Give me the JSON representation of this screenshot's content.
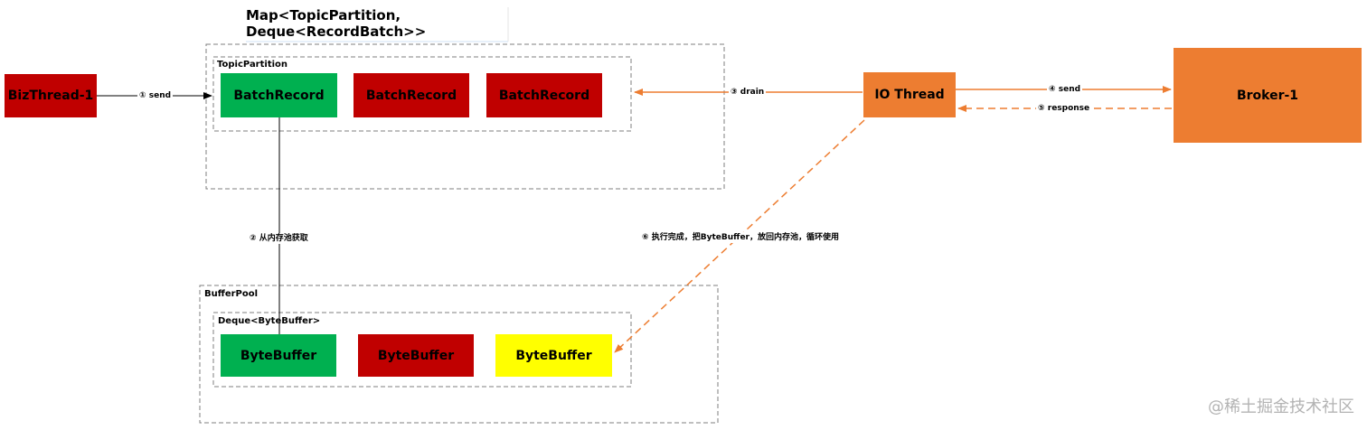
{
  "title": {
    "line1": "Map<TopicPartition,",
    "line2": "Deque<RecordBatch>>"
  },
  "groups": {
    "topic_partition": "TopicPartition",
    "buffer_pool": "BufferPool",
    "deque_bytebuffer": "Deque<ByteBuffer>"
  },
  "nodes": {
    "biz_thread": "BizThread-1",
    "batch_record_1": "BatchRecord",
    "batch_record_2": "BatchRecord",
    "batch_record_3": "BatchRecord",
    "io_thread": "IO Thread",
    "broker": "Broker-1",
    "byte_buffer_1": "ByteBuffer",
    "byte_buffer_2": "ByteBuffer",
    "byte_buffer_3": "ByteBuffer"
  },
  "edges": {
    "send_1": "① send",
    "get_from_pool": "② 从内存池获取",
    "drain": "③ drain",
    "send_4": "④ send",
    "response": "⑤ response",
    "return_buffer": "⑥ 执行完成，把ByteBuffer，放回内存池，循环使用"
  },
  "watermark": "@稀土掘金技术社区",
  "colors": {
    "green": "#00b050",
    "red": "#c00000",
    "yellow": "#ffff00",
    "orange": "#ed7d31",
    "dashed_border": "#7f7f7f"
  }
}
